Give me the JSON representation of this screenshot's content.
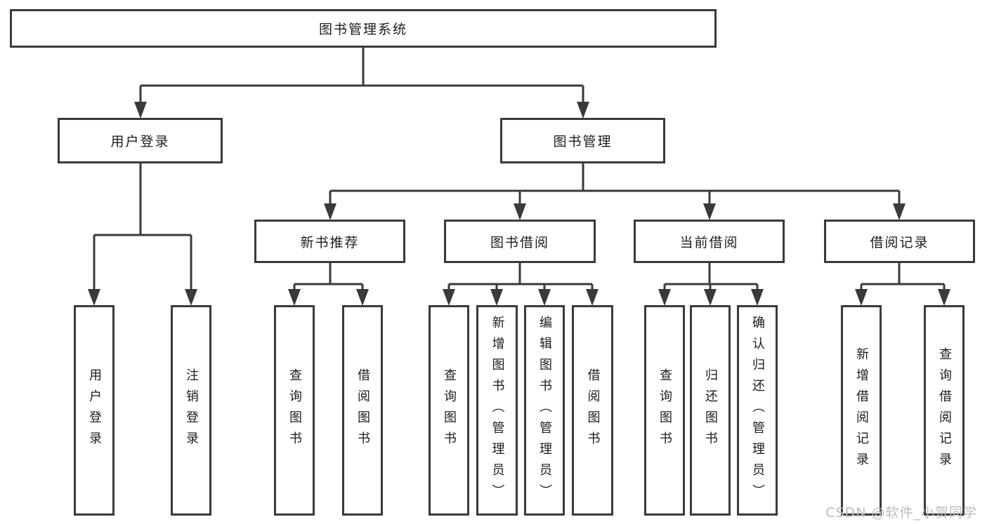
{
  "diagram": {
    "title": "图书管理系统",
    "root": {
      "label": "图书管理系统"
    },
    "branches": [
      {
        "label": "用户登录",
        "children": [
          {
            "label": "用户登录"
          },
          {
            "label": "注销登录"
          }
        ]
      },
      {
        "label": "图书管理",
        "children": [
          {
            "label": "新书推荐",
            "children": [
              {
                "label": "查询图书"
              },
              {
                "label": "借阅图书"
              }
            ]
          },
          {
            "label": "图书借阅",
            "children": [
              {
                "label": "查询图书"
              },
              {
                "label": "新增图书（管理员）"
              },
              {
                "label": "编辑图书（管理员）"
              },
              {
                "label": "借阅图书"
              }
            ]
          },
          {
            "label": "当前借阅",
            "children": [
              {
                "label": "查询图书"
              },
              {
                "label": "归还图书"
              },
              {
                "label": "确认归还（管理员）"
              }
            ]
          },
          {
            "label": "借阅记录",
            "children": [
              {
                "label": "新增借阅记录"
              },
              {
                "label": "查询借阅记录"
              }
            ]
          }
        ]
      }
    ]
  },
  "watermark": "CSDN @软件_小贺同学",
  "colors": {
    "line": "#3a3a3a",
    "text": "#1c1c1c",
    "background": "#ffffff",
    "watermark": "#b9bcc0"
  }
}
